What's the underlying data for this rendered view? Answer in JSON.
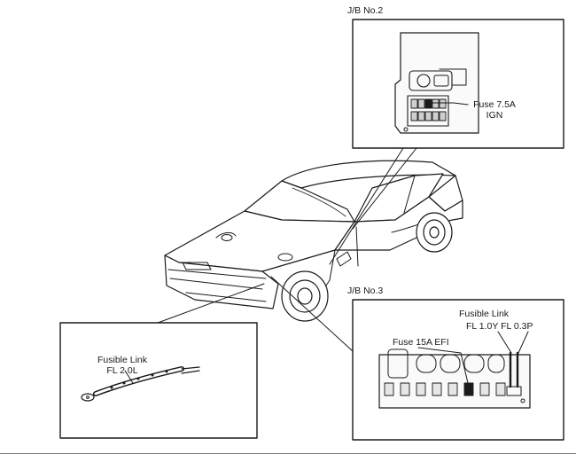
{
  "diagram": {
    "jb2": {
      "title": "J/B No.2",
      "fuse_label_line1": "Fuse 7.5A",
      "fuse_label_line2": "IGN"
    },
    "jb3": {
      "title": "J/B No.3",
      "fusible_link_title": "Fusible Link",
      "fusible_link_values": "FL 1.0Y FL 0.3P",
      "fuse_label": "Fuse 15A EFI"
    },
    "engine_bay": {
      "fusible_link_title": "Fusible Link",
      "fusible_link_value": "FL 2.0L"
    }
  }
}
